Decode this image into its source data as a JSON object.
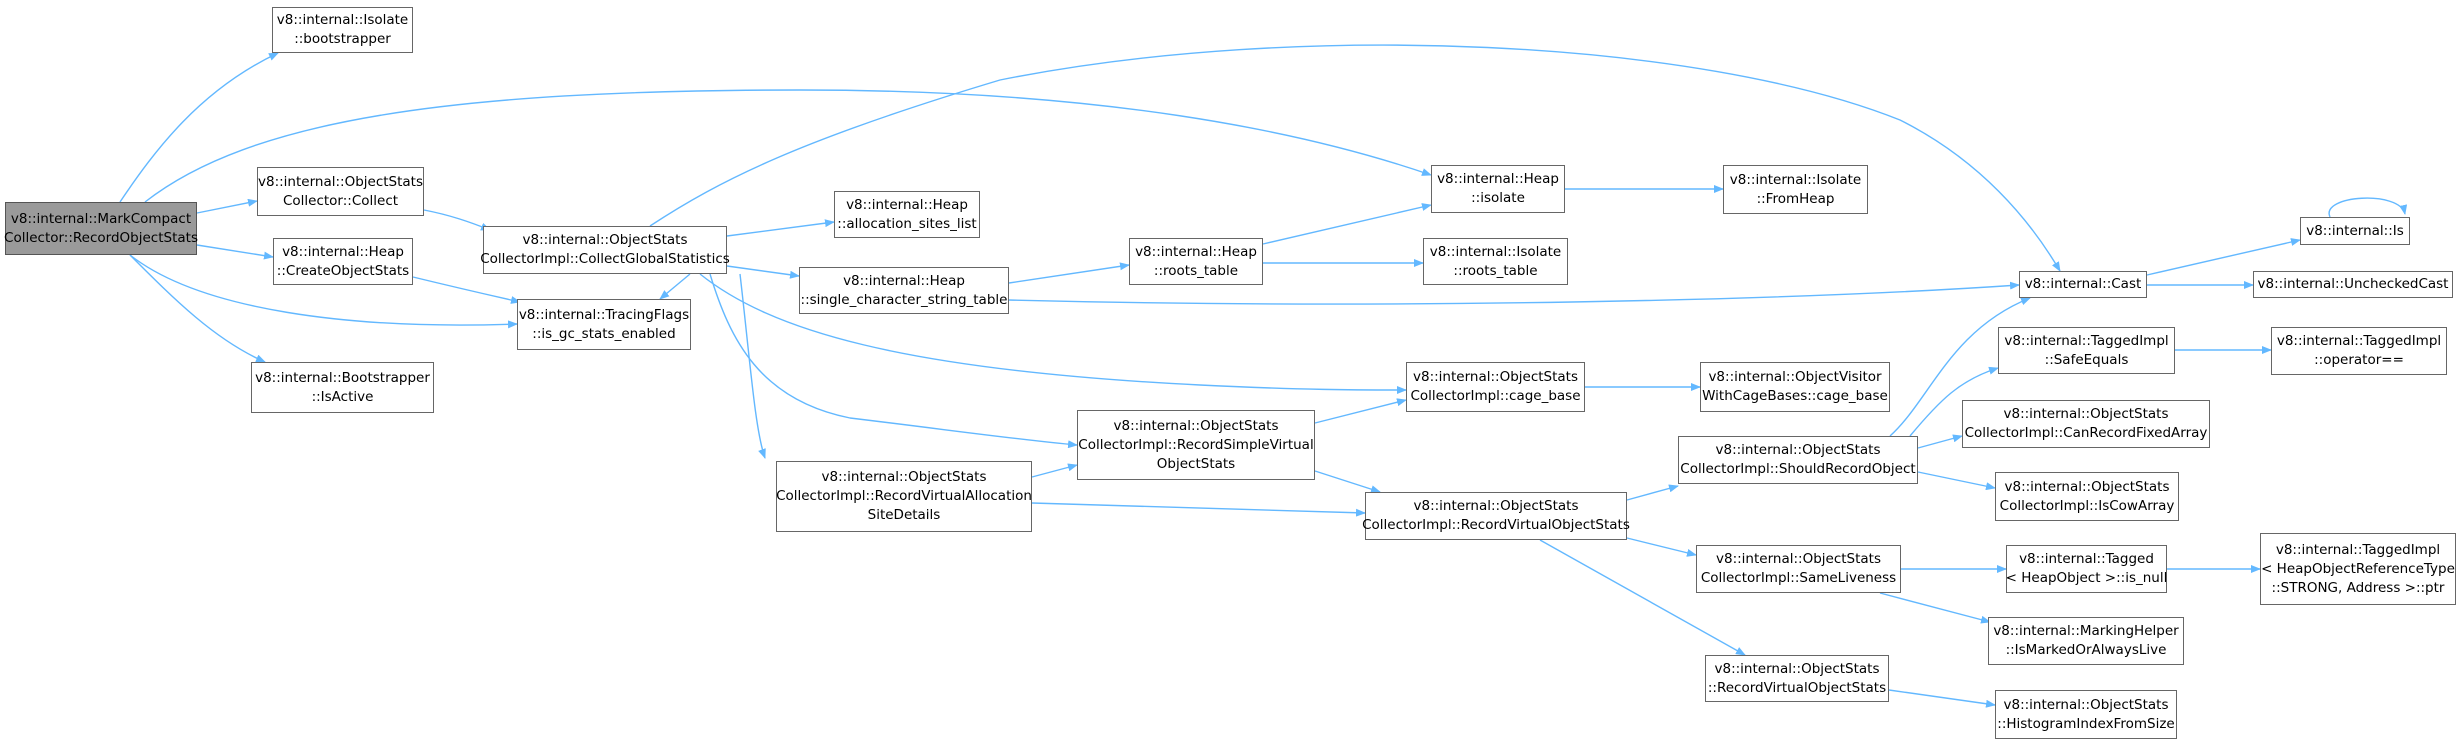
{
  "colors": {
    "edge": "#63b8ff",
    "node_border": "#666666",
    "root_fill": "#9a9a9a"
  },
  "nodes": {
    "root": [
      "v8::internal::MarkCompact",
      "Collector::RecordObjectStats"
    ],
    "isolate_bootstrapper": [
      "v8::internal::Isolate",
      "::bootstrapper"
    ],
    "objectstats_collect": [
      "v8::internal::ObjectStats",
      "Collector::Collect"
    ],
    "heap_createobjectstats": [
      "v8::internal::Heap",
      "::CreateObjectStats"
    ],
    "bootstrapper_isactive": [
      "v8::internal::Bootstrapper",
      "::IsActive"
    ],
    "collectglobalstatistics": [
      "v8::internal::ObjectStats",
      "CollectorImpl::CollectGlobalStatistics"
    ],
    "tracingflags": [
      "v8::internal::TracingFlags",
      "::is_gc_stats_enabled"
    ],
    "allocation_sites_list": [
      "v8::internal::Heap",
      "::allocation_sites_list"
    ],
    "single_character_string_table": [
      "v8::internal::Heap",
      "::single_character_string_table"
    ],
    "recordvirtualallocationsitedetails": [
      "v8::internal::ObjectStats",
      "CollectorImpl::RecordVirtualAllocation",
      "SiteDetails"
    ],
    "heap_roots_table": [
      "v8::internal::Heap",
      "::roots_table"
    ],
    "recordsimplevirtualobjectstats": [
      "v8::internal::ObjectStats",
      "CollectorImpl::RecordSimpleVirtual",
      "ObjectStats"
    ],
    "heap_isolate": [
      "v8::internal::Heap",
      "::isolate"
    ],
    "isolate_roots_table": [
      "v8::internal::Isolate",
      "::roots_table"
    ],
    "cage_base": [
      "v8::internal::ObjectStats",
      "CollectorImpl::cage_base"
    ],
    "recordvirtualobjectstats": [
      "v8::internal::ObjectStats",
      "CollectorImpl::RecordVirtualObjectStats"
    ],
    "isolate_fromheap": [
      "v8::internal::Isolate",
      "::FromHeap"
    ],
    "objectvisitor_cage_base": [
      "v8::internal::ObjectVisitor",
      "WithCageBases::cage_base"
    ],
    "shouldrecordobject": [
      "v8::internal::ObjectStats",
      "CollectorImpl::ShouldRecordObject"
    ],
    "sameliveness": [
      "v8::internal::ObjectStats",
      "CollectorImpl::SameLiveness"
    ],
    "objectstats_recordvirtualobjectstats": [
      "v8::internal::ObjectStats",
      "::RecordVirtualObjectStats"
    ],
    "cast": [
      "v8::internal::Cast"
    ],
    "safeequals": [
      "v8::internal::TaggedImpl",
      "::SafeEquals"
    ],
    "canrecordfixedarray": [
      "v8::internal::ObjectStats",
      "CollectorImpl::CanRecordFixedArray"
    ],
    "iscowarray": [
      "v8::internal::ObjectStats",
      "CollectorImpl::IsCowArray"
    ],
    "tagged_is_null": [
      "v8::internal::Tagged",
      "< HeapObject >::is_null"
    ],
    "ismarkedoralwayslive": [
      "v8::internal::MarkingHelper",
      "::IsMarkedOrAlwaysLive"
    ],
    "histogramindexfromsize": [
      "v8::internal::ObjectStats",
      "::HistogramIndexFromSize"
    ],
    "is": [
      "v8::internal::Is"
    ],
    "uncheckedcast": [
      "v8::internal::UncheckedCast"
    ],
    "taggedimpl_operator": [
      "v8::internal::TaggedImpl",
      "::operator=="
    ],
    "taggedimpl_ptr": [
      "v8::internal::TaggedImpl",
      "< HeapObjectReferenceType",
      "::STRONG, Address >::ptr"
    ]
  }
}
